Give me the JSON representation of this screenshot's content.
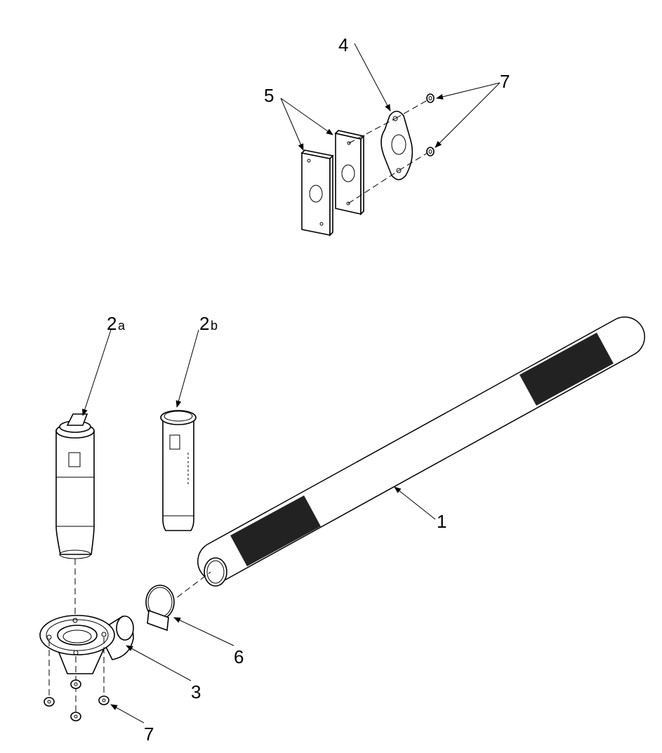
{
  "labels": {
    "part_1": "1",
    "part_2a_num": "2",
    "part_2a_sub": "a",
    "part_2b_num": "2",
    "part_2b_sub": "b",
    "part_3": "3",
    "part_4": "4",
    "part_5": "5",
    "part_6": "6",
    "part_7_top": "7",
    "part_7_bottom": "7"
  }
}
